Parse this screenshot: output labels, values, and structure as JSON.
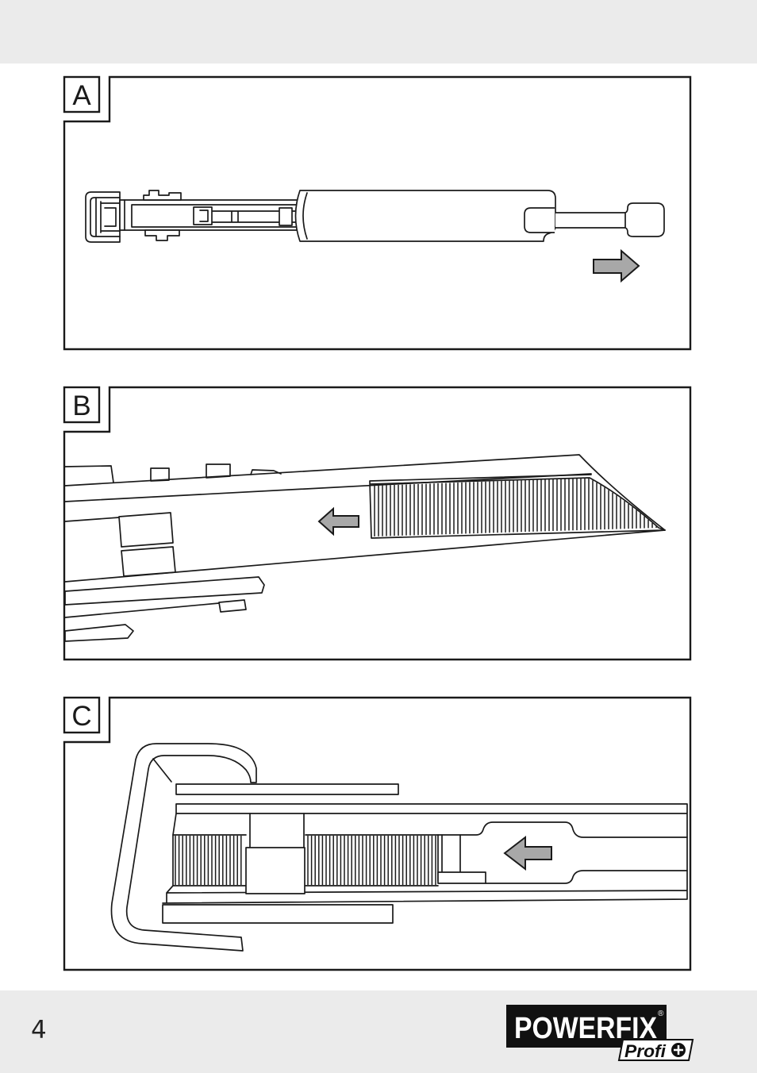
{
  "page": {
    "number": "4"
  },
  "panels": [
    {
      "label": "A",
      "arrow_icon": "arrow-right-icon"
    },
    {
      "label": "B",
      "arrow_icon": "arrow-left-icon"
    },
    {
      "label": "C",
      "arrow_icon": "arrow-left-icon"
    }
  ],
  "brand": {
    "name": "POWERFIX",
    "registered": "®",
    "sub": "Profi",
    "sub_icon": "circled-plus-icon"
  },
  "colors": {
    "band": "#ebebeb",
    "line": "#1a1a1a",
    "arrow_fill": "#a8a8a8",
    "logo": "#111111"
  }
}
